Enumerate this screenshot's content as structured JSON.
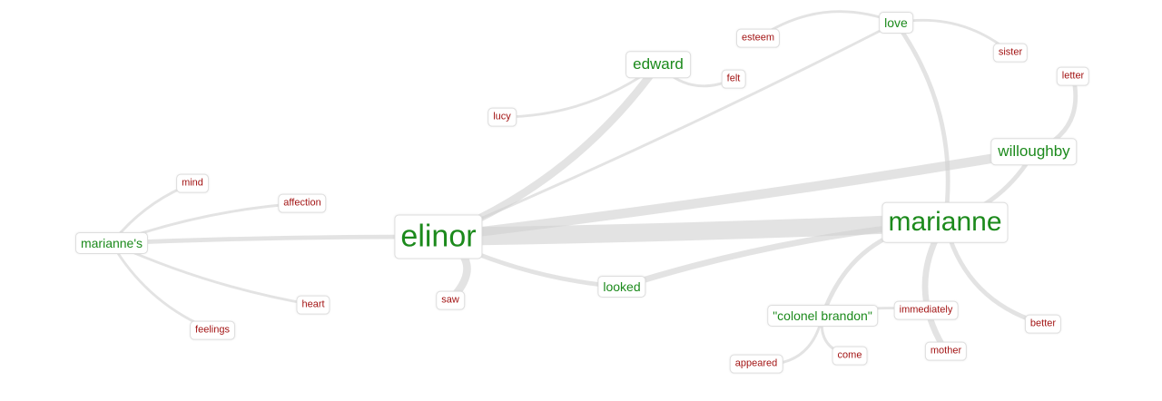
{
  "graph": {
    "colors": {
      "major": "#1c8a1c",
      "minor": "#a31515",
      "link": "#d0d0d0"
    },
    "nodes": [
      {
        "id": "elinor",
        "label": "elinor",
        "kind": "major",
        "weight": 10
      },
      {
        "id": "marianne",
        "label": "marianne",
        "kind": "major",
        "weight": 8
      },
      {
        "id": "edward",
        "label": "edward",
        "kind": "major",
        "weight": 5
      },
      {
        "id": "willoughby",
        "label": "willoughby",
        "kind": "major",
        "weight": 5
      },
      {
        "id": "mariannes",
        "label": "marianne's",
        "kind": "major",
        "weight": 3
      },
      {
        "id": "colonel",
        "label": "\"colonel brandon\"",
        "kind": "major",
        "weight": 3
      },
      {
        "id": "love",
        "label": "love",
        "kind": "major",
        "weight": 3
      },
      {
        "id": "looked",
        "label": "looked",
        "kind": "major",
        "weight": 3
      },
      {
        "id": "esteem",
        "label": "esteem",
        "kind": "minor",
        "weight": 1
      },
      {
        "id": "sister",
        "label": "sister",
        "kind": "minor",
        "weight": 1
      },
      {
        "id": "letter",
        "label": "letter",
        "kind": "minor",
        "weight": 1
      },
      {
        "id": "felt",
        "label": "felt",
        "kind": "minor",
        "weight": 1
      },
      {
        "id": "lucy",
        "label": "lucy",
        "kind": "minor",
        "weight": 1
      },
      {
        "id": "mind",
        "label": "mind",
        "kind": "minor",
        "weight": 1
      },
      {
        "id": "affection",
        "label": "affection",
        "kind": "minor",
        "weight": 1
      },
      {
        "id": "heart",
        "label": "heart",
        "kind": "minor",
        "weight": 1
      },
      {
        "id": "feelings",
        "label": "feelings",
        "kind": "minor",
        "weight": 1
      },
      {
        "id": "saw",
        "label": "saw",
        "kind": "minor",
        "weight": 1
      },
      {
        "id": "immediately",
        "label": "immediately",
        "kind": "minor",
        "weight": 1
      },
      {
        "id": "better",
        "label": "better",
        "kind": "minor",
        "weight": 1
      },
      {
        "id": "mother",
        "label": "mother",
        "kind": "minor",
        "weight": 1
      },
      {
        "id": "come",
        "label": "come",
        "kind": "minor",
        "weight": 1
      },
      {
        "id": "appeared",
        "label": "appeared",
        "kind": "minor",
        "weight": 1
      }
    ],
    "links": [
      {
        "source": "elinor",
        "target": "marianne",
        "strength": 10
      },
      {
        "source": "elinor",
        "target": "willoughby",
        "strength": 5
      },
      {
        "source": "elinor",
        "target": "edward",
        "strength": 4
      },
      {
        "source": "elinor",
        "target": "love",
        "strength": 1
      },
      {
        "source": "elinor",
        "target": "mariannes",
        "strength": 2
      },
      {
        "source": "elinor",
        "target": "saw",
        "strength": 4
      },
      {
        "source": "elinor",
        "target": "looked",
        "strength": 2
      },
      {
        "source": "marianne",
        "target": "looked",
        "strength": 3
      },
      {
        "source": "marianne",
        "target": "willoughby",
        "strength": 2
      },
      {
        "source": "marianne",
        "target": "love",
        "strength": 2
      },
      {
        "source": "marianne",
        "target": "colonel",
        "strength": 2
      },
      {
        "source": "marianne",
        "target": "mother",
        "strength": 3
      },
      {
        "source": "marianne",
        "target": "better",
        "strength": 2
      },
      {
        "source": "edward",
        "target": "lucy",
        "strength": 1
      },
      {
        "source": "edward",
        "target": "felt",
        "strength": 1
      },
      {
        "source": "love",
        "target": "esteem",
        "strength": 1
      },
      {
        "source": "love",
        "target": "sister",
        "strength": 1
      },
      {
        "source": "willoughby",
        "target": "letter",
        "strength": 2
      },
      {
        "source": "mariannes",
        "target": "mind",
        "strength": 1
      },
      {
        "source": "mariannes",
        "target": "affection",
        "strength": 1
      },
      {
        "source": "mariannes",
        "target": "heart",
        "strength": 1
      },
      {
        "source": "mariannes",
        "target": "feelings",
        "strength": 1
      },
      {
        "source": "colonel",
        "target": "immediately",
        "strength": 1
      },
      {
        "source": "colonel",
        "target": "come",
        "strength": 1
      },
      {
        "source": "colonel",
        "target": "appeared",
        "strength": 1
      }
    ]
  }
}
